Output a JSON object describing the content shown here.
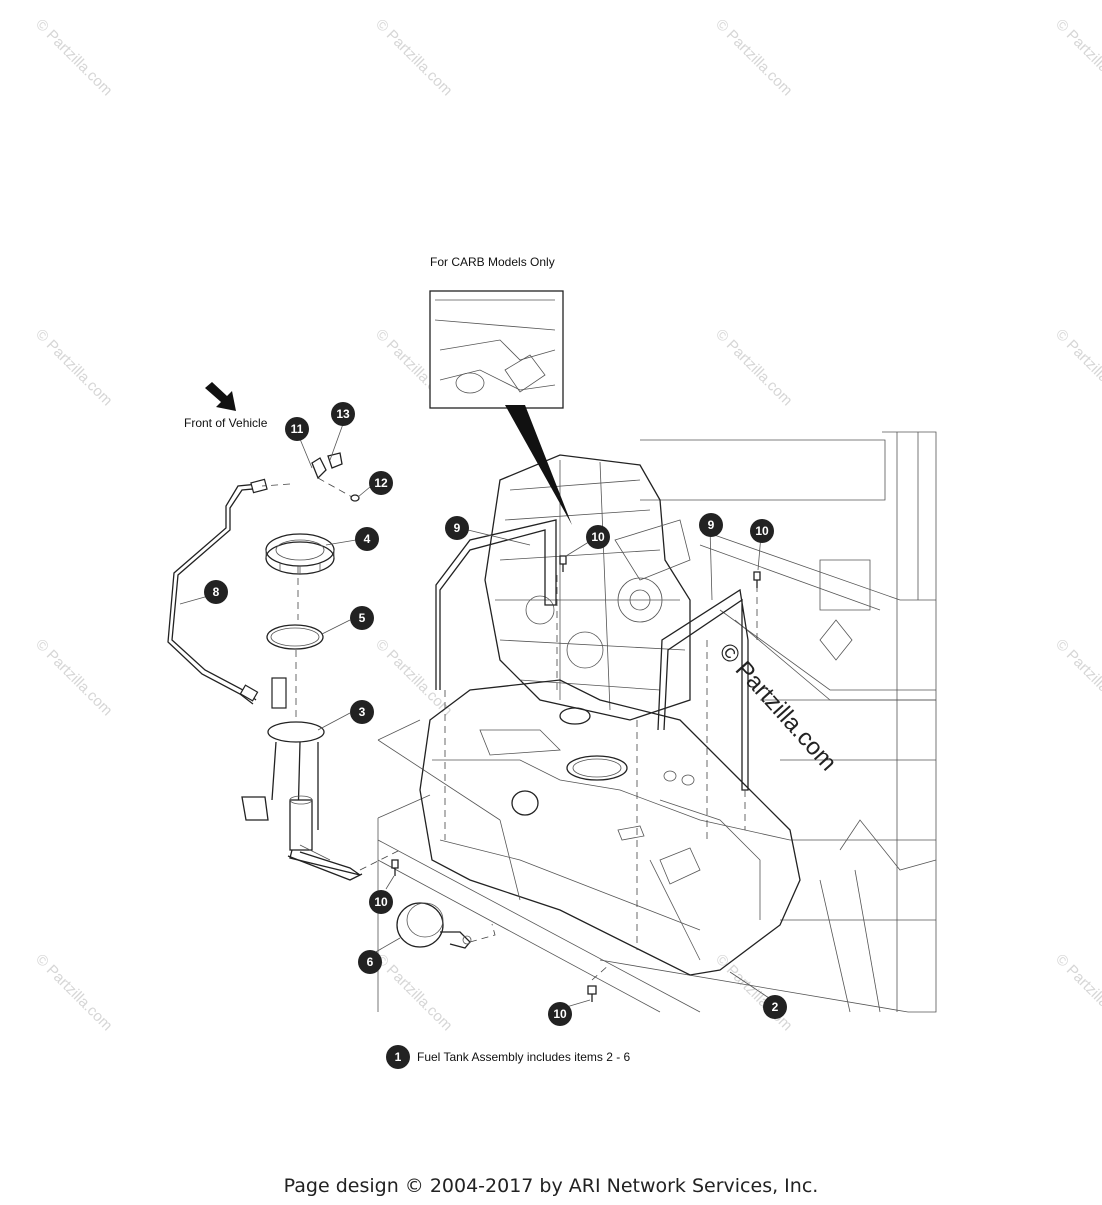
{
  "inset": {
    "label": "For CARB Models Only"
  },
  "direction": {
    "label": "Front of Vehicle",
    "icon": "arrow-icon"
  },
  "note": {
    "number": "1",
    "text": "Fuel Tank Assembly includes items 2 - 6"
  },
  "callouts": {
    "c2": "2",
    "c3": "3",
    "c4": "4",
    "c5": "5",
    "c6": "6",
    "c8": "8",
    "c9a": "9",
    "c9b": "9",
    "c10a": "10",
    "c10b": "10",
    "c10c": "10",
    "c10d": "10",
    "c11": "11",
    "c12": "12",
    "c13": "13"
  },
  "watermark": {
    "small": "© Partzilla.com",
    "large": "© Partzilla.com"
  },
  "footer": {
    "text": "Page design © 2004-2017 by ARI Network Services, Inc."
  },
  "colors": {
    "callout_fill": "#222222",
    "line": "#222222",
    "watermark": "#d6d6d6"
  }
}
